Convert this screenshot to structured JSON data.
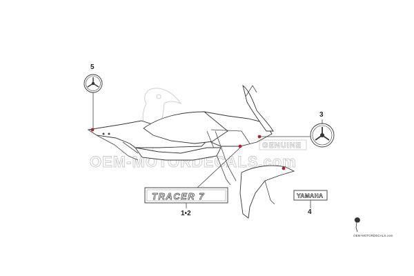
{
  "watermark": {
    "main_text": "OEM-MOTORDECALS.com",
    "corner_text": "OEM-MOTORDECALS.com",
    "stamp_text": "GENUINE"
  },
  "decals": {
    "tank_decal_text": "TRACER 7",
    "brand_decal_text": "YAMAHA"
  },
  "callouts": [
    {
      "id": "callout-5",
      "label": "5"
    },
    {
      "id": "callout-3",
      "label": "3"
    },
    {
      "id": "callout-1-2",
      "label": "1•2"
    },
    {
      "id": "callout-4",
      "label": "4"
    }
  ],
  "colors": {
    "line": "#444444",
    "marker": "#a8262b",
    "watermark": "#c9c9c9"
  }
}
